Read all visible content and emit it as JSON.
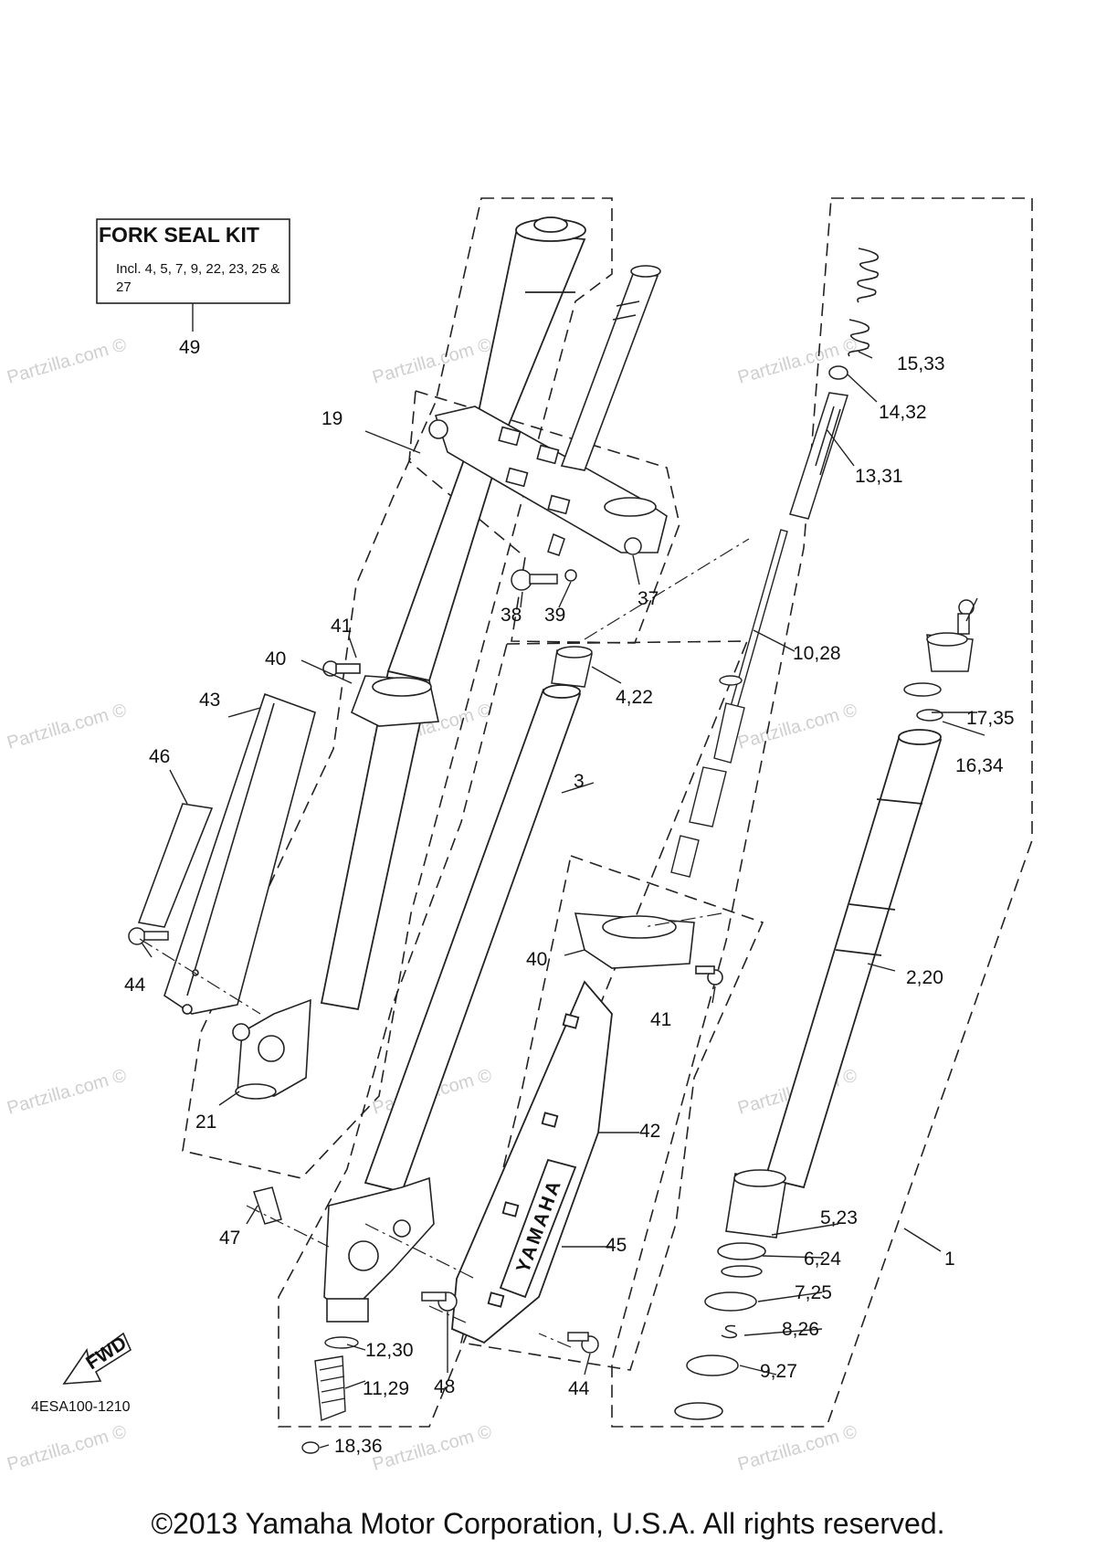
{
  "kit_box": {
    "title": "FORK SEAL KIT",
    "text": "Incl. 4, 5, 7, 9, 22, 23, 25 & 27"
  },
  "part_labels": [
    "49",
    "19",
    "41",
    "40",
    "43",
    "46",
    "44",
    "21",
    "47",
    "38",
    "39",
    "37",
    "4,22",
    "3",
    "40",
    "41",
    "42",
    "45",
    "48",
    "44",
    "12,30",
    "11,29",
    "18,36",
    "15,33",
    "14,32",
    "13,31",
    "10,28",
    "17,35",
    "16,34",
    "2,20",
    "5,23",
    "6,24",
    "7,25",
    "8,26",
    "9,27",
    "1"
  ],
  "fwd_label": "FWD",
  "brand_on_guard": "YAMAHA",
  "diagram_code": "4ESA100-1210",
  "watermark": "Partzilla.com ©",
  "copyright": "©2013 Yamaha Motor Corporation, U.S.A. All rights reserved."
}
